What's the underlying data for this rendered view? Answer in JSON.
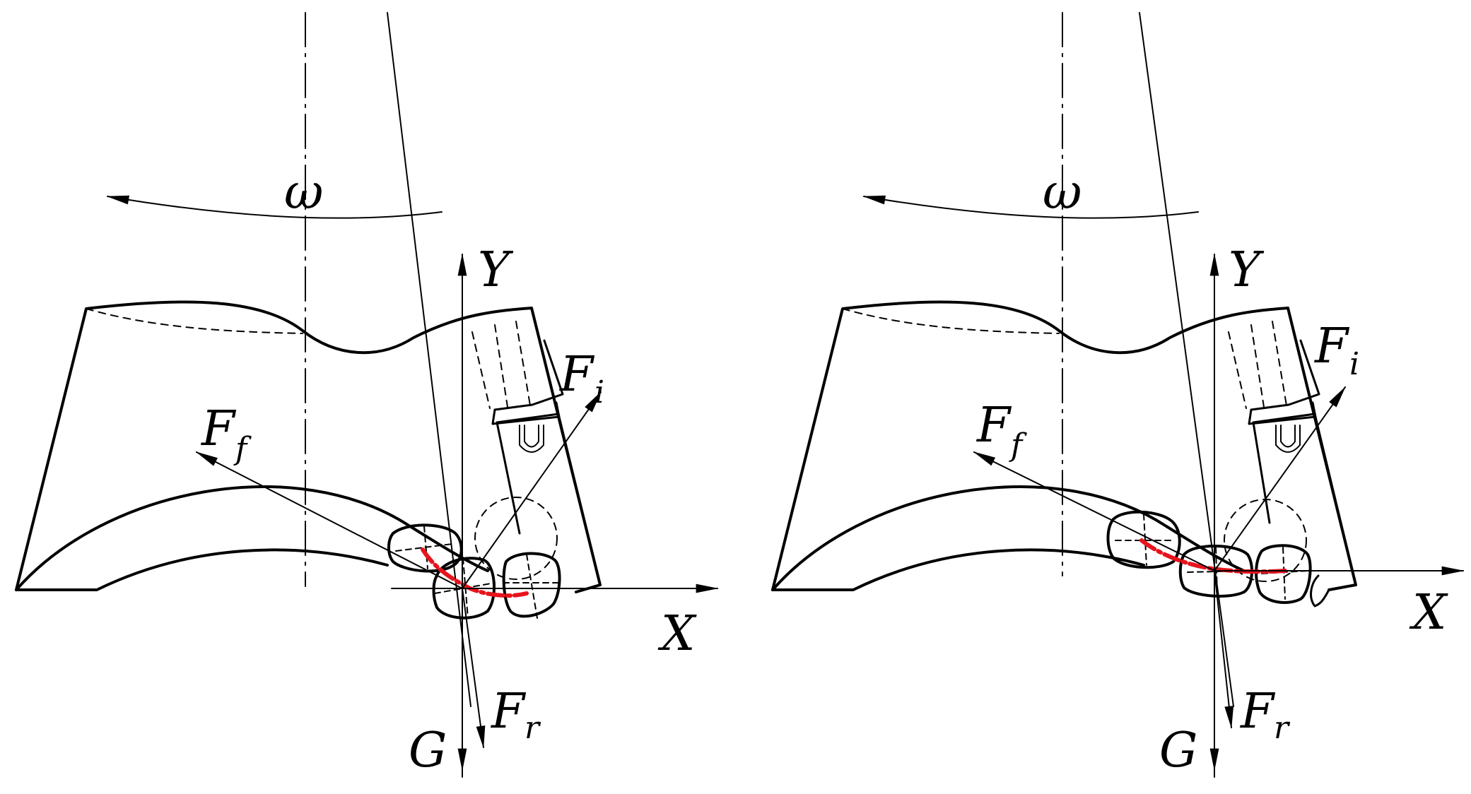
{
  "colors": {
    "ink": "#000000",
    "trajectory": "#e8141c",
    "background": "#ffffff"
  },
  "panels": [
    {
      "id": "left",
      "labels": {
        "omega": "ω",
        "y_axis": "Y",
        "x_axis": "X",
        "force_inertia_main": "F",
        "force_inertia_sub": "i",
        "force_friction_main": "F",
        "force_friction_sub": "f",
        "force_reaction_main": "F",
        "force_reaction_sub": "r",
        "gravity": "G"
      }
    },
    {
      "id": "right",
      "labels": {
        "omega": "ω",
        "y_axis": "Y",
        "x_axis": "X",
        "force_inertia_main": "F",
        "force_inertia_sub": "i",
        "force_friction_main": "F",
        "force_friction_sub": "f",
        "force_reaction_main": "F",
        "force_reaction_sub": "r",
        "gravity": "G"
      }
    }
  ]
}
